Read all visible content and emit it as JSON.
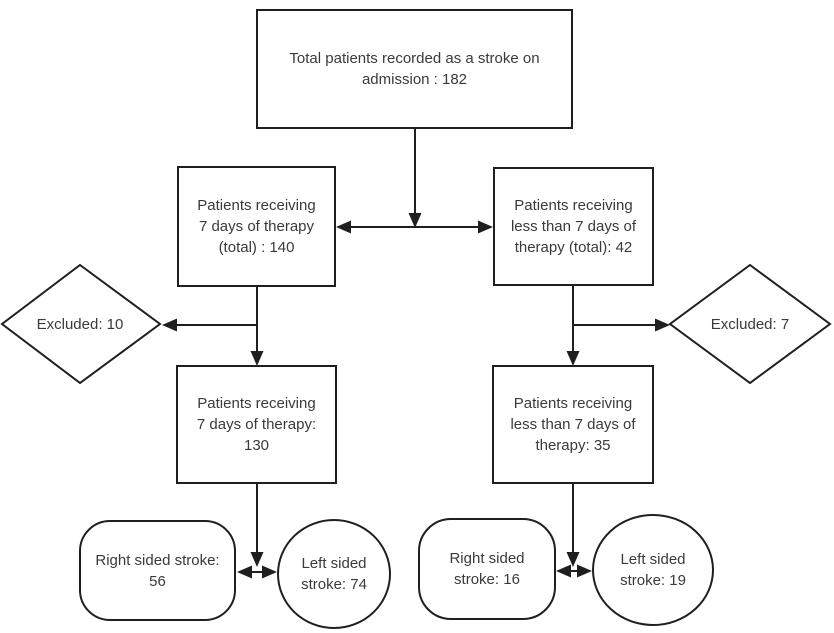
{
  "colors": {
    "stroke": "#1f1f1f",
    "text": "#3a3a3a",
    "background": "#ffffff"
  },
  "nodes": {
    "total_admission": {
      "label": "Total patients recorded as a stroke on\nadmission : 182"
    },
    "seven_days_total": {
      "label": "Patients receiving\n7 days of therapy\n(total) : 140"
    },
    "less_seven_total": {
      "label": "Patients receiving\nless than 7 days of\ntherapy (total): 42"
    },
    "excluded_left": {
      "label": "Excluded: 10"
    },
    "excluded_right": {
      "label": "Excluded: 7"
    },
    "seven_days_final": {
      "label": "Patients receiving\n7 days of therapy:\n130"
    },
    "less_seven_final": {
      "label": "Patients receiving\nless than 7 days of\ntherapy: 35"
    },
    "right_stroke_seven": {
      "label": "Right sided stroke:\n56"
    },
    "left_stroke_seven": {
      "label": "Left sided\nstroke: 74"
    },
    "right_stroke_less": {
      "label": "Right sided\nstroke: 16"
    },
    "left_stroke_less": {
      "label": "Left sided\nstroke: 19"
    }
  }
}
